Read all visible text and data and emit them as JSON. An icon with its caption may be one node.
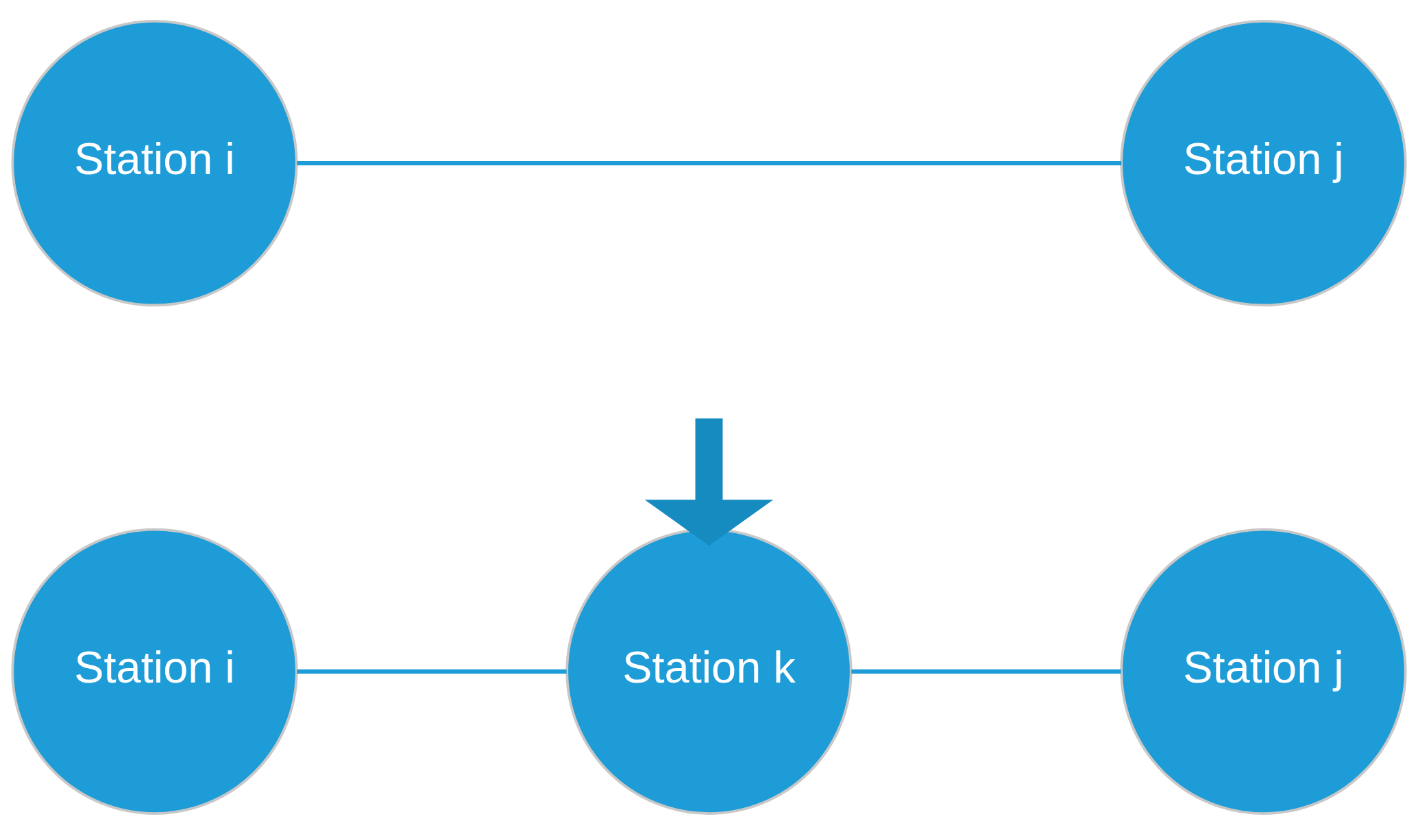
{
  "diagram": {
    "nodes": [
      {
        "text": [
          "Station i"
        ]
      },
      {
        "text": [
          "Station j"
        ]
      },
      {
        "text": [
          "Station i"
        ]
      },
      {
        "text": [
          "Station k"
        ]
      },
      {
        "text": [
          "Station j"
        ]
      }
    ],
    "edges": [
      {
        "from": 0,
        "to": 1,
        "arrow": "none"
      },
      {
        "from": 2,
        "to": 3,
        "arrow": "none"
      },
      {
        "from": 3,
        "to": 4,
        "arrow": "none"
      },
      {
        "from": null,
        "to": 3,
        "arrow": "to",
        "style": "thick",
        "color": "#168bc0"
      }
    ]
  }
}
